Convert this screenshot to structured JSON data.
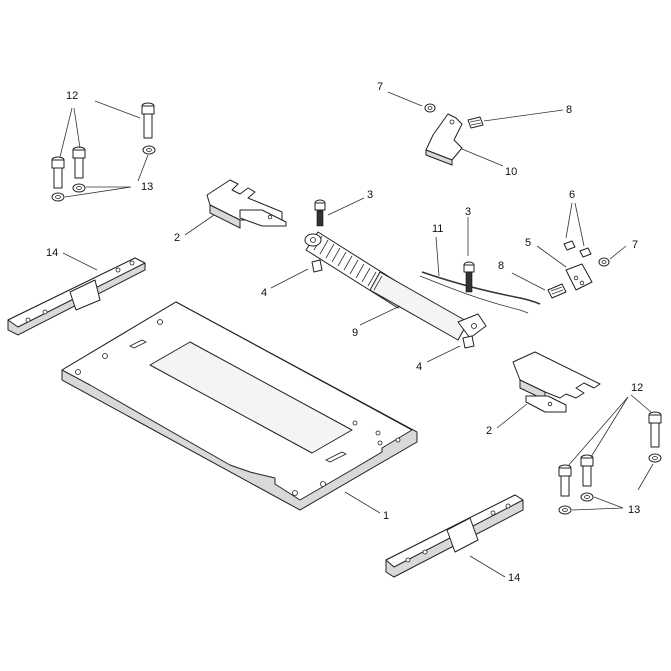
{
  "diagram": {
    "callouts": [
      {
        "id": "c1",
        "label": "1"
      },
      {
        "id": "c2a",
        "label": "2"
      },
      {
        "id": "c2b",
        "label": "2"
      },
      {
        "id": "c3a",
        "label": "3"
      },
      {
        "id": "c3b",
        "label": "3"
      },
      {
        "id": "c4a",
        "label": "4"
      },
      {
        "id": "c4b",
        "label": "4"
      },
      {
        "id": "c5",
        "label": "5"
      },
      {
        "id": "c6",
        "label": "6"
      },
      {
        "id": "c7a",
        "label": "7"
      },
      {
        "id": "c7b",
        "label": "7"
      },
      {
        "id": "c8a",
        "label": "8"
      },
      {
        "id": "c8b",
        "label": "8"
      },
      {
        "id": "c9",
        "label": "9"
      },
      {
        "id": "c10",
        "label": "10"
      },
      {
        "id": "c11",
        "label": "11"
      },
      {
        "id": "c12a",
        "label": "12"
      },
      {
        "id": "c12b",
        "label": "12"
      },
      {
        "id": "c13a",
        "label": "13"
      },
      {
        "id": "c13b",
        "label": "13"
      },
      {
        "id": "c14a",
        "label": "14"
      },
      {
        "id": "c14b",
        "label": "14"
      }
    ]
  }
}
